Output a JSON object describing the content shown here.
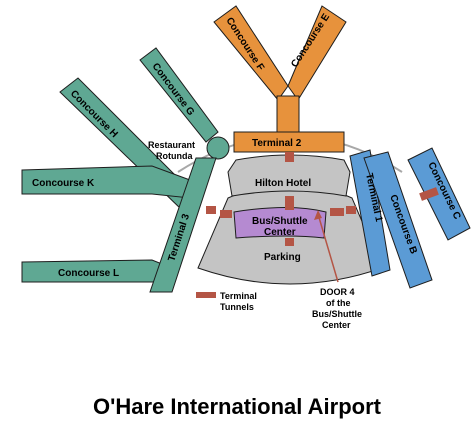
{
  "title": "O'Hare International Airport",
  "labels": {
    "concourse_f": "Concourse F",
    "concourse_e": "Concourse E",
    "concourse_g": "Concourse G",
    "concourse_h": "Concourse H",
    "concourse_k": "Concourse K",
    "concourse_l": "Concourse L",
    "concourse_b": "Concourse B",
    "concourse_c": "Concourse C",
    "terminal_1": "Terminal 1",
    "terminal_2": "Terminal 2",
    "terminal_3": "Terminal 3",
    "restaurant_line1": "Restaurant",
    "restaurant_line2": "Rotunda",
    "hilton": "Hilton Hotel",
    "bus_line1": "Bus/Shuttle",
    "bus_line2": "Center",
    "parking": "Parking",
    "legend_line1": "Terminal",
    "legend_line2": "Tunnels",
    "door_line1": "DOOR 4",
    "door_line2": "of the",
    "door_line3": "Bus/Shuttle",
    "door_line4": "Center"
  },
  "colors": {
    "green_concourses": "#5fa893",
    "blue_concourses": "#5b9bd5",
    "orange_concourses": "#e7923c",
    "hotel_parking": "#c4c4c4",
    "bus_center": "#b58ad1",
    "tunnels": "#b45545"
  }
}
